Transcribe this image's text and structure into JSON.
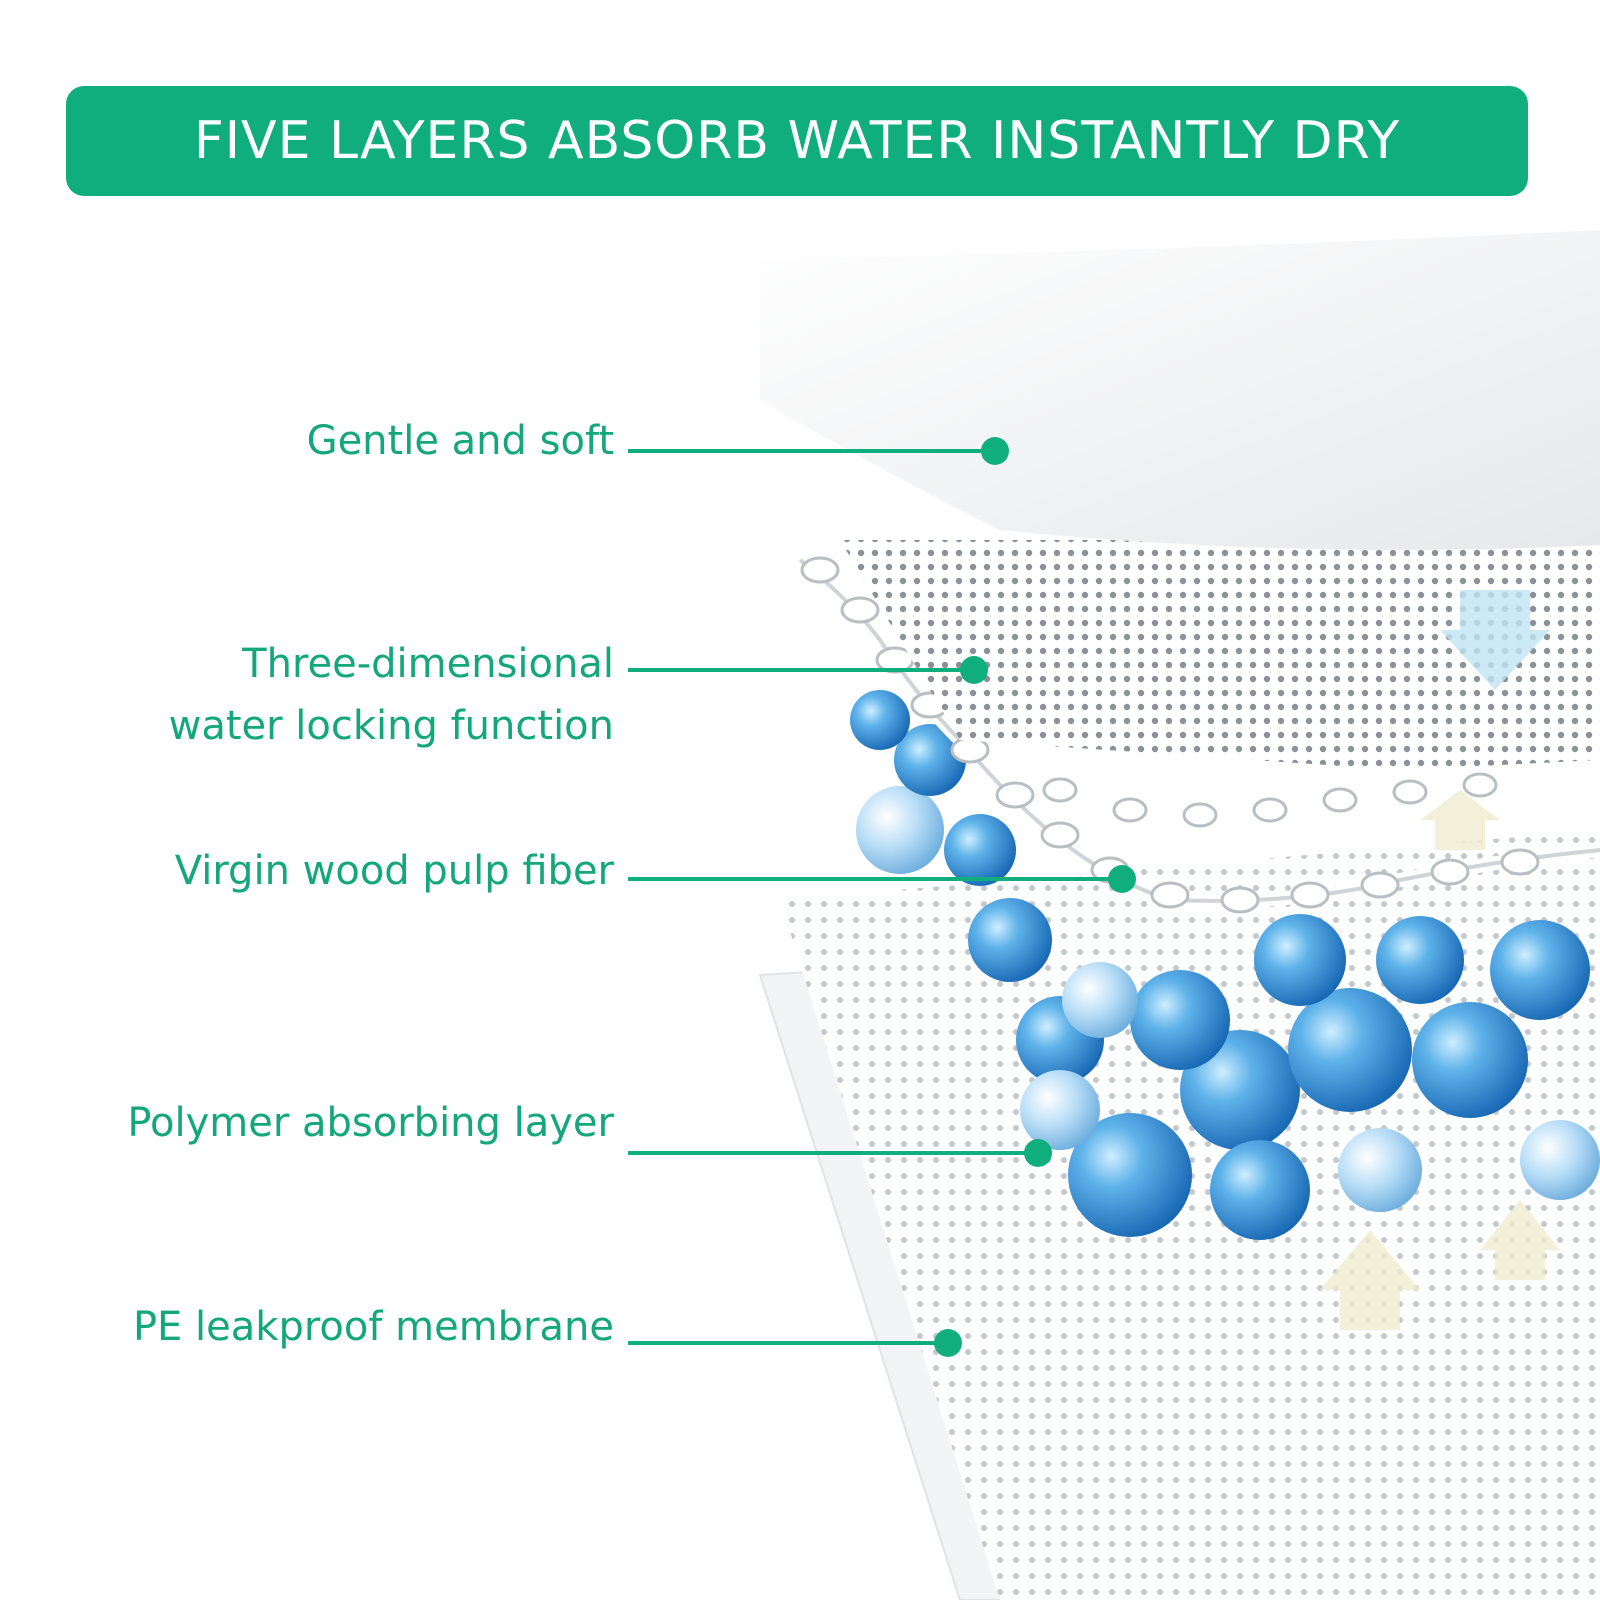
{
  "title": "FIVE LAYERS ABSORB WATER INSTANTLY DRY",
  "layers": [
    {
      "lines": [
        "Gentle and soft"
      ]
    },
    {
      "lines": [
        "Three-dimensional",
        "water locking function"
      ]
    },
    {
      "lines": [
        "Virgin wood pulp fiber"
      ]
    },
    {
      "lines": [
        "Polymer absorbing layer"
      ]
    },
    {
      "lines": [
        "PE leakproof membrane"
      ]
    }
  ],
  "colors": {
    "accent": "#10ae7d",
    "label_text": "#13a77a",
    "bead_blue": "#2f8fd6"
  }
}
